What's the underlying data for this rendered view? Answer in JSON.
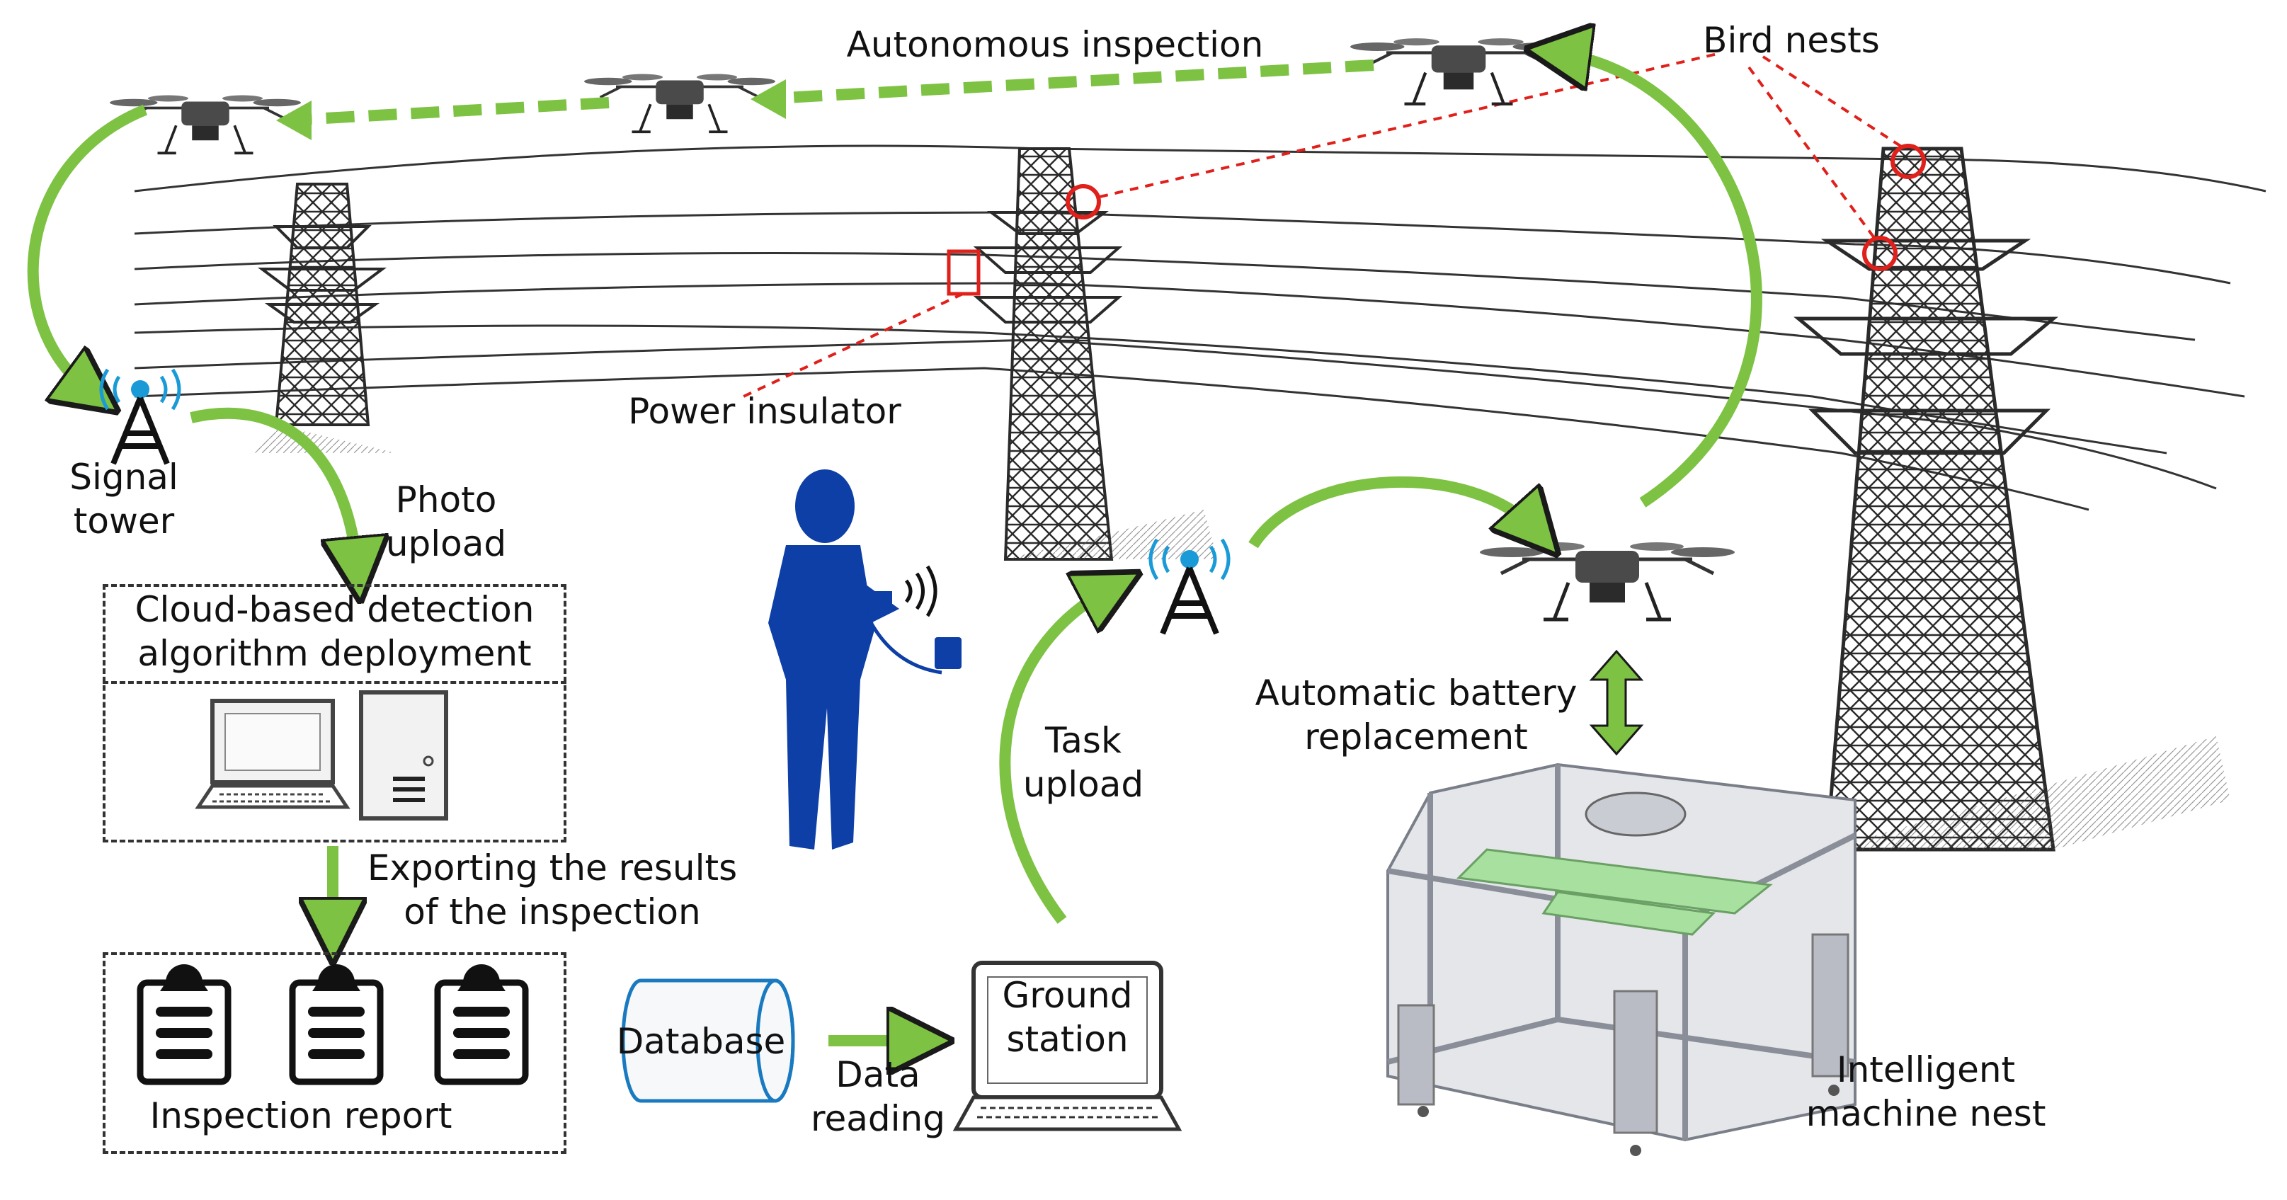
{
  "labels": {
    "autonomous_inspection": "Autonomous inspection",
    "bird_nests": "Bird nests",
    "power_insulator": "Power insulator",
    "signal_tower_line1": "Signal",
    "signal_tower_line2": "tower",
    "photo_upload_line1": "Photo",
    "photo_upload_line2": "upload",
    "cloud_line1": "Cloud-based detection",
    "cloud_line2": "algorithm deployment",
    "exporting_line1": "Exporting the results",
    "exporting_line2": "of the inspection",
    "inspection_report": "Inspection report",
    "database": "Database",
    "data_reading_line1": "Data",
    "data_reading_line2": "reading",
    "ground_station_line1": "Ground",
    "ground_station_line2": "station",
    "task_upload_line1": "Task",
    "task_upload_line2": "upload",
    "battery_line1": "Automatic battery",
    "battery_line2": "replacement",
    "nest_line1": "Intelligent",
    "nest_line2": "machine nest"
  },
  "colors": {
    "arrow_green": "#7dc242",
    "arrow_outline": "#1a1a1a",
    "highlight_red": "#e0201b",
    "operator_blue": "#0d3fa6",
    "signal_blue": "#1a9ad6",
    "tower_gray": "#2a2a2a",
    "nest_gray": "#b9bcc4",
    "nest_green": "#a8e0a0"
  },
  "icons": [
    "drone-icon",
    "transmission-tower-icon",
    "signal-tower-icon",
    "operator-figure",
    "desktop-computer-icon",
    "server-icon",
    "clipboard-report-icon",
    "database-cylinder-icon",
    "laptop-icon",
    "machine-nest-station"
  ]
}
